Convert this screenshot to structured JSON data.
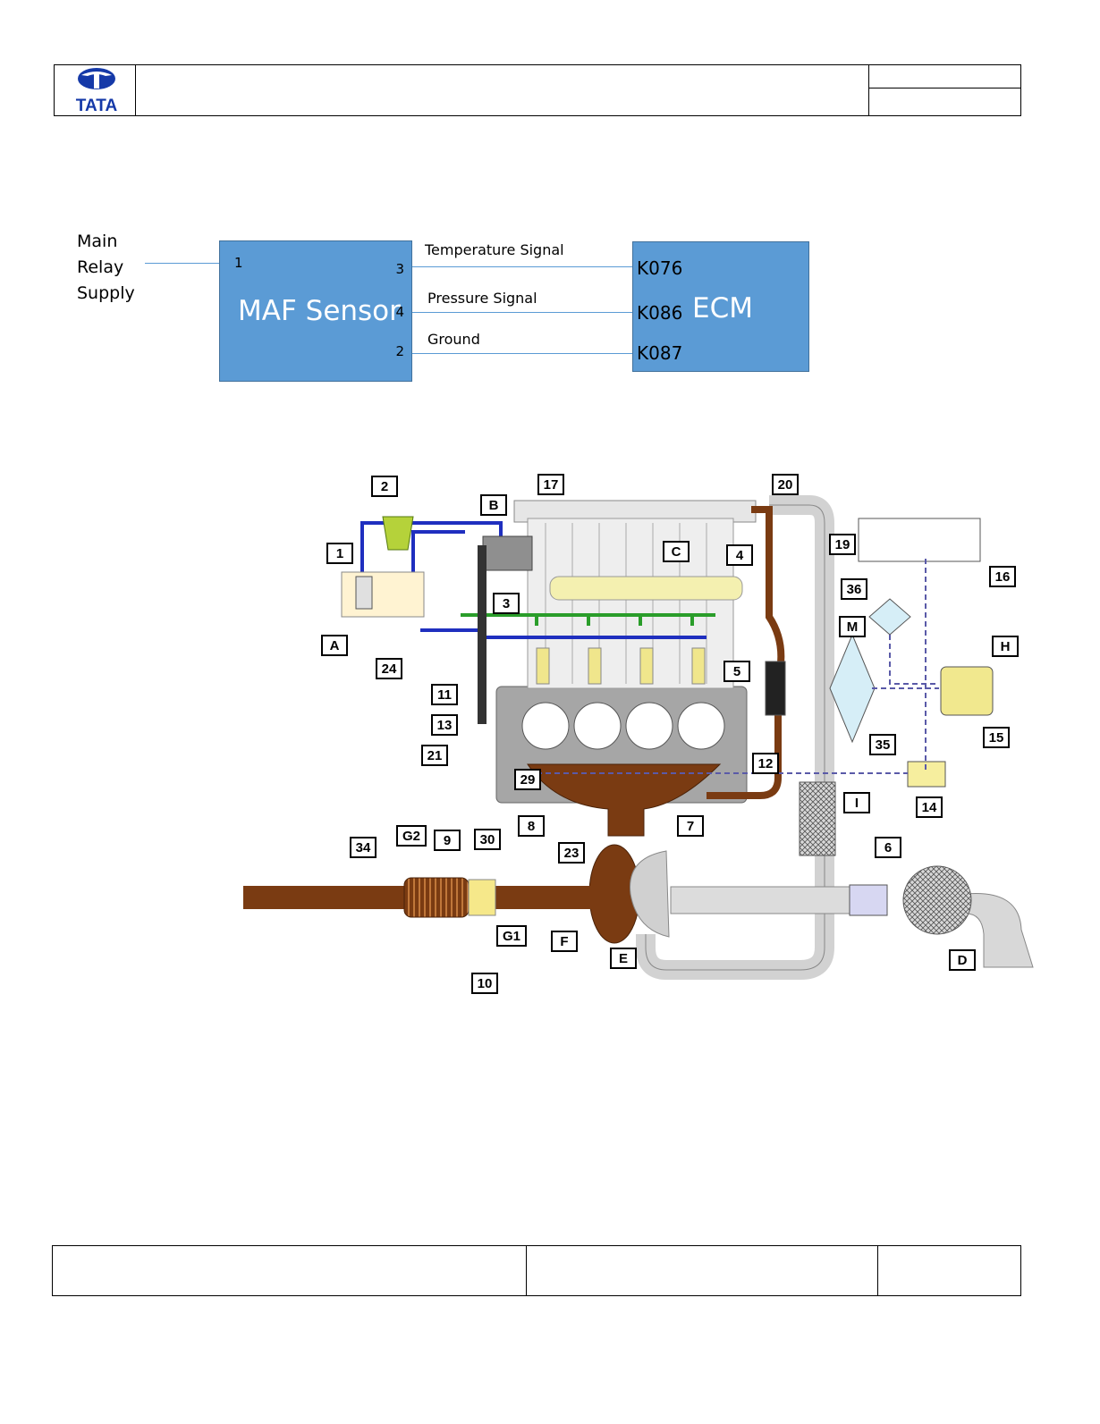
{
  "header": {
    "logo_text": "TATA",
    "title_cell": "",
    "right_top": "",
    "right_bottom": ""
  },
  "wiring": {
    "supply_label_lines": [
      "Main",
      "Relay",
      "Supply"
    ],
    "sensor": {
      "name": "MAF Sensor",
      "pins": {
        "supply": "1",
        "temperature": "3",
        "pressure": "4",
        "ground": "2"
      }
    },
    "ecm": {
      "name": "ECM",
      "pins": {
        "temperature": "K076",
        "pressure": "K086",
        "ground": "K087"
      }
    },
    "signals": {
      "temperature": "Temperature Signal",
      "pressure": "Pressure Signal",
      "ground": "Ground"
    }
  },
  "diagram": {
    "callouts": [
      "1",
      "2",
      "3",
      "4",
      "5",
      "6",
      "7",
      "8",
      "9",
      "10",
      "11",
      "12",
      "13",
      "14",
      "15",
      "16",
      "17",
      "19",
      "20",
      "21",
      "23",
      "24",
      "29",
      "30",
      "34",
      "35",
      "36",
      "A",
      "B",
      "C",
      "D",
      "E",
      "F",
      "G2",
      "G1",
      "H",
      "I",
      "M"
    ],
    "colors": {
      "fuel_line": "#1f2fbf",
      "return_line": "#2a9d2a",
      "exhaust": "#7a3b12",
      "engine_block": "#a9a9a9",
      "fuel_rail": "#f4f0b0",
      "intake_pipe": "#dcdcdc",
      "signal_line": "#5a5aa8"
    }
  },
  "footer": {
    "left": "",
    "middle": "",
    "right": ""
  }
}
